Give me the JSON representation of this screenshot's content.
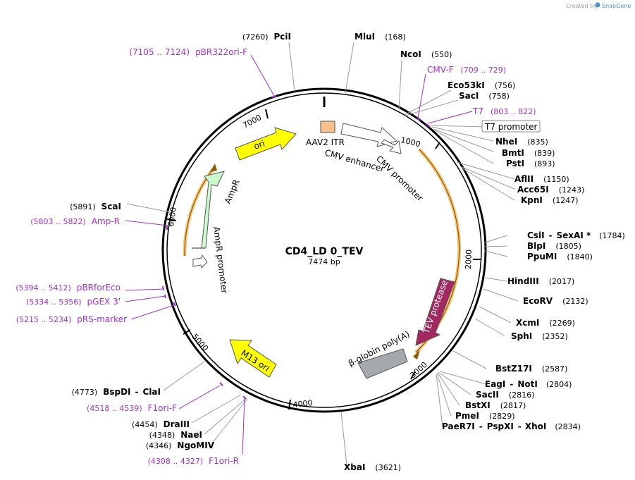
{
  "app": {
    "credit_prefix": "Created by",
    "credit_brand": "SnapGene"
  },
  "plasmid": {
    "name": "CD4_LD 0_TEV",
    "length_label": "7474 bp"
  },
  "ticks": [
    "1000",
    "2000",
    "3000",
    "4000",
    "5000",
    "6000",
    "7000"
  ],
  "features": {
    "ori": "ori",
    "ampr": "AmpR",
    "ampr_promoter": "AmpR promoter",
    "aav2_itr": "AAV2 ITR",
    "cmv_enhancer": "CMV enhancer",
    "cmv_promoter": "CMV promoter",
    "tev_protease": "TEV protease",
    "beta_globin": "β-globin poly(A)",
    "m13_ori": "M13 ori",
    "t7_promoter": "T7 promoter"
  },
  "sites_right": [
    {
      "name": "MluI",
      "pos": "(168)"
    },
    {
      "name": "NcoI",
      "pos": "(550)"
    },
    {
      "name": "Eco53kI",
      "pos": "(756)"
    },
    {
      "name": "SacI",
      "pos": "(758)"
    },
    {
      "name": "NheI",
      "pos": "(835)"
    },
    {
      "name": "BmtI",
      "pos": "(839)"
    },
    {
      "name": "PstI",
      "pos": "(893)"
    },
    {
      "name": "AflII",
      "pos": "(1150)"
    },
    {
      "name": "Acc65I",
      "pos": "(1243)"
    },
    {
      "name": "KpnI",
      "pos": "(1247)"
    },
    {
      "name": "CsiI",
      "name2": "SexAI *",
      "pos": "(1784)"
    },
    {
      "name": "BlpI",
      "pos": "(1805)"
    },
    {
      "name": "PpuMI",
      "pos": "(1840)"
    },
    {
      "name": "HindIII",
      "pos": "(2017)"
    },
    {
      "name": "EcoRV",
      "pos": "(2132)"
    },
    {
      "name": "XcmI",
      "pos": "(2269)"
    },
    {
      "name": "SphI",
      "pos": "(2352)"
    },
    {
      "name": "BstZ17I",
      "pos": "(2587)"
    },
    {
      "name": "EagI",
      "name2": "NotI",
      "pos": "(2804)"
    },
    {
      "name": "SacII",
      "pos": "(2816)"
    },
    {
      "name": "BstXI",
      "pos": "(2817)"
    },
    {
      "name": "PmeI",
      "pos": "(2829)"
    },
    {
      "name": "PaeR7I",
      "name2": "PspXI",
      "name3": "XhoI",
      "pos": "(2834)"
    },
    {
      "name": "XbaI",
      "pos": "(3621)"
    }
  ],
  "sites_left": [
    {
      "name": "PciI",
      "pos": "(7260)"
    },
    {
      "name": "ScaI",
      "pos": "(5891)"
    },
    {
      "name": "BspDI",
      "name2": "ClaI",
      "pos": "(4773)"
    },
    {
      "name": "DraIII",
      "pos": "(4454)"
    },
    {
      "name": "NaeI",
      "pos": "(4348)"
    },
    {
      "name": "NgoMIV",
      "pos": "(4346)"
    }
  ],
  "primers": [
    {
      "range": "(7105 .. 7124)",
      "name": "pBR322ori-F"
    },
    {
      "name": "CMV-F",
      "range": "(709 .. 729)"
    },
    {
      "name": "T7",
      "range": "(803 .. 822)"
    },
    {
      "range": "(5803 .. 5822)",
      "name": "Amp-R"
    },
    {
      "range": "(5394 .. 5412)",
      "name": "pBRforEco"
    },
    {
      "range": "(5334 .. 5356)",
      "name": "pGEX 3'"
    },
    {
      "range": "(5215 .. 5234)",
      "name": "pRS-marker"
    },
    {
      "range": "(4518 .. 4539)",
      "name": "F1ori-F"
    },
    {
      "range": "(4308 .. 4327)",
      "name": "F1ori-R"
    }
  ]
}
